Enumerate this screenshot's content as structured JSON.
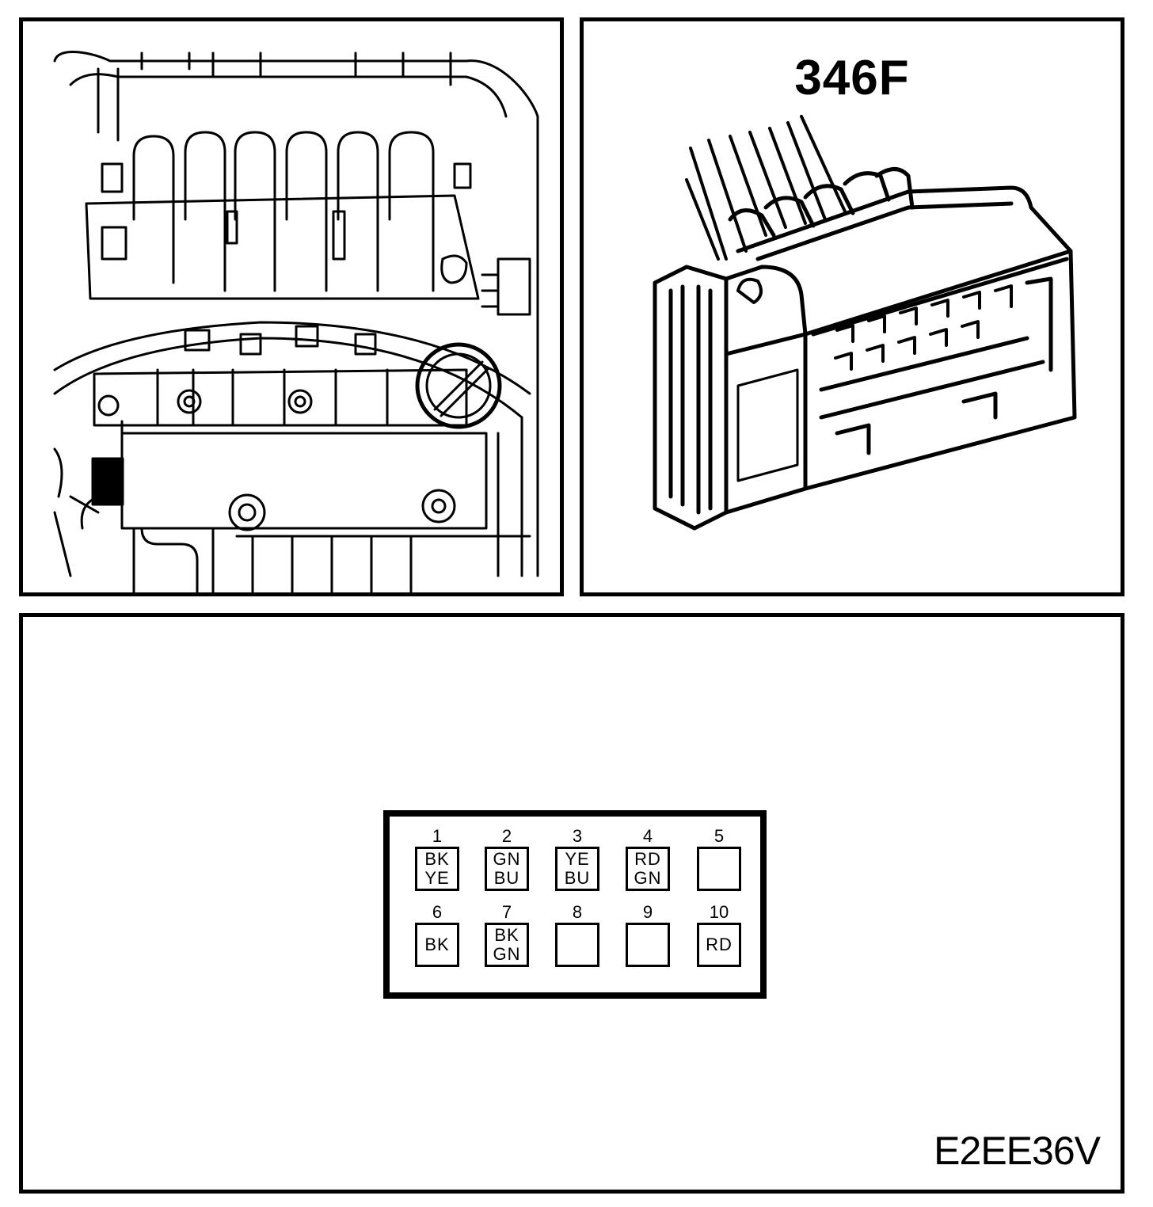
{
  "connector": {
    "id": "346F"
  },
  "pinout": {
    "pins": [
      {
        "num": "1",
        "colors": [
          "BK",
          "YE"
        ]
      },
      {
        "num": "2",
        "colors": [
          "GN",
          "BU"
        ]
      },
      {
        "num": "3",
        "colors": [
          "YE",
          "BU"
        ]
      },
      {
        "num": "4",
        "colors": [
          "RD",
          "GN"
        ]
      },
      {
        "num": "5",
        "colors": []
      },
      {
        "num": "6",
        "colors": [
          "BK"
        ]
      },
      {
        "num": "7",
        "colors": [
          "BK",
          "GN"
        ]
      },
      {
        "num": "8",
        "colors": []
      },
      {
        "num": "9",
        "colors": []
      },
      {
        "num": "10",
        "colors": [
          "RD"
        ]
      }
    ]
  },
  "figure_code": "E2EE36V",
  "illustrations": {
    "location_view": "engine-bay-relay-box-drawing",
    "connector_view": "10-pin-harness-connector-drawing"
  }
}
